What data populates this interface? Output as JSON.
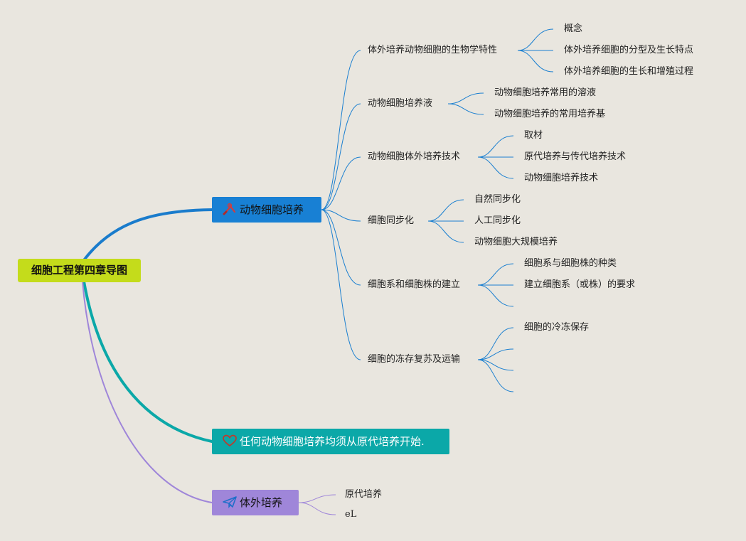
{
  "root": {
    "label": "细胞工程第四章导图"
  },
  "main1": {
    "label": "动物细胞培养",
    "icon": "tools-icon",
    "color": "#1880d4",
    "children": [
      {
        "label": "体外培养动物细胞的生物学特性",
        "children": [
          "概念",
          "体外培养细胞的分型及生长特点",
          "体外培养细胞的生长和增殖过程"
        ]
      },
      {
        "label": "动物细胞培养液",
        "children": [
          "动物细胞培养常用的溶液",
          "动物细胞培养的常用培养基"
        ]
      },
      {
        "label": "动物细胞体外培养技术",
        "children": [
          "取材",
          "原代培养与传代培养技术",
          "动物细胞培养技术"
        ]
      },
      {
        "label": "细胞同步化",
        "children": [
          "自然同步化",
          "人工同步化",
          "动物细胞大规模培养"
        ]
      },
      {
        "label": "细胞系和细胞株的建立",
        "children": [
          "细胞系与细胞株的种类",
          "建立细胞系（或株）的要求",
          ""
        ]
      },
      {
        "label": "细胞的冻存复苏及运输",
        "children": [
          "细胞的冷冻保存",
          "",
          "",
          ""
        ]
      }
    ]
  },
  "main2": {
    "label": "任何动物细胞培养均须从原代培养开始.",
    "icon": "heart-icon",
    "color": "#0ba8a8"
  },
  "main3": {
    "label": "体外培养",
    "icon": "paper-plane-icon",
    "color": "#9f86d9",
    "children": [
      "原代培养",
      "eL"
    ]
  },
  "colors": {
    "background": "#e9e6df",
    "root": "#c4dc1b",
    "branch_line": "#1a7fd0"
  }
}
